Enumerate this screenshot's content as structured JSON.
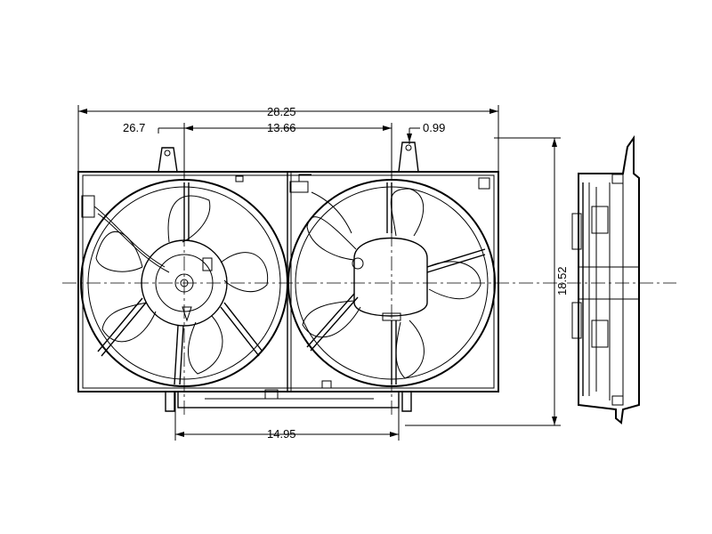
{
  "dimensions": {
    "overall_width": "28.25",
    "left_offset": "26.7",
    "fan_spacing_top": "13.66",
    "right_offset": "0.99",
    "fan_spacing_bottom": "14.95",
    "overall_height": "18.52"
  },
  "colors": {
    "line": "#000000",
    "background": "#ffffff"
  }
}
